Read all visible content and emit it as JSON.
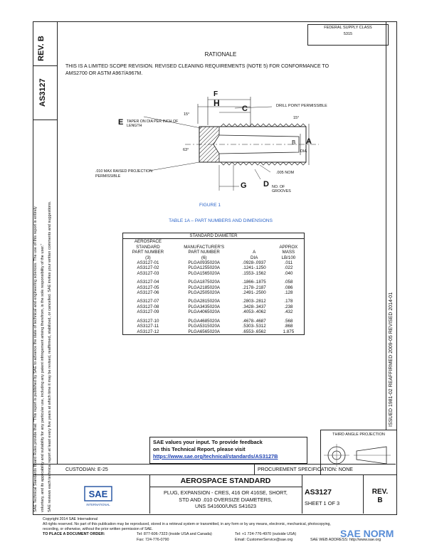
{
  "header": {
    "federal_class_label": "FEDERAL SUPPLY CLASS",
    "federal_class_value": "5315"
  },
  "side": {
    "rev_label": "REV.",
    "rev_value": "B",
    "doc_number": "AS3127",
    "right_strip": "ISSUED 1981-02   REAFFIRMED 2009-05   REVISED 2014-01",
    "left_strip_1": "SAE Technical Standards Board Rules provide that: \"This report is published by SAE to advance the state of technical and engineering sciences. The use of this report is entirely",
    "left_strip_2": "voluntary, and its applicability and suitability for any particular use, including any patent infringement arising therefrom, is the sole responsibility of the user.\"",
    "left_strip_3": "SAE reviews each technical report at least every five years at which time it may be revised, reaffirmed, stabilized, or cancelled. SAE invites your written comments and suggestions."
  },
  "rationale": {
    "title": "RATIONALE",
    "text_line1": "THIS IS A LIMITED SCOPE REVISION.  REVISED CLEANING REQUIREMENTS (NOTE 5) FOR CONFORMANCE TO",
    "text_line2": "AMS2700 OR ASTM A967/A967M."
  },
  "figure": {
    "label_f": "F",
    "label_h": "H",
    "label_c": "C",
    "label_e": "E",
    "taper_note": "TAPER ON DIA PER INCH OF LENGTH",
    "drill_note": "DRILL POINT PERMISSIBLE",
    "angle_top": "15°",
    "angle_right": "15°",
    "angle_left": "63°",
    "label_b": "B",
    "label_a": "A",
    "dia_label": "DIA",
    "raised_note": ".010 MAX RAISED PROJECTION PERMISSIBLE",
    "nom_note": ".005 NOM",
    "label_g": "G",
    "label_d": "D",
    "grooves_note": "NO. OF GROOVES",
    "caption": "FIGURE 1"
  },
  "table": {
    "title": "TABLE 1A – PART NUMBERS AND DIMENSIONS",
    "group_header": "STANDARD DIAMETER",
    "col1": [
      "AEROSPACE",
      "STANDARD",
      "PART NUMBER",
      "(3)"
    ],
    "col2": [
      "MANUFACTURER'S",
      "PART NUMBER",
      "(6)"
    ],
    "col3": [
      "A",
      "DIA"
    ],
    "col4": [
      "APPROX",
      "MASS",
      "LB/100"
    ],
    "groups": [
      [
        {
          "pn": "AS3127-01",
          "mfr": "PLGA0935020A",
          "dia": ".0928-.0937",
          "mass": ".011"
        },
        {
          "pn": "AS3127-02",
          "mfr": "PLGA1255020A",
          "dia": ".1241-.1250",
          "mass": ".022"
        },
        {
          "pn": "AS3127-03",
          "mfr": "PLGA1565020A",
          "dia": ".1553-.1562",
          "mass": ".040"
        }
      ],
      [
        {
          "pn": "AS3127-04",
          "mfr": "PLGA1875020A",
          "dia": ".1866-.1875",
          "mass": ".058"
        },
        {
          "pn": "AS3127-05",
          "mfr": "PLGA2185020A",
          "dia": ".2178-.2187",
          "mass": ".086"
        },
        {
          "pn": "AS3127-06",
          "mfr": "PLGA2505020A",
          "dia": ".2491-.2500",
          "mass": ".128"
        }
      ],
      [
        {
          "pn": "AS3127-07",
          "mfr": "PLGA2815020A",
          "dia": ".2803-.2812",
          "mass": ".178"
        },
        {
          "pn": "AS3127-08",
          "mfr": "PLGA3435020A",
          "dia": ".3428-.3437",
          "mass": ".238"
        },
        {
          "pn": "AS3127-09",
          "mfr": "PLGA4065020A",
          "dia": ".4053-.4062",
          "mass": ".432"
        }
      ],
      [
        {
          "pn": "AS3127-10",
          "mfr": "PLGA4685020A",
          "dia": ".4678-.4687",
          "mass": ".568"
        },
        {
          "pn": "AS3127-11",
          "mfr": "PLGA5315020A",
          "dia": ".5303-.5312",
          "mass": ".868"
        },
        {
          "pn": "AS3127-12",
          "mfr": "PLGA6565020A",
          "dia": ".6553-.6562",
          "mass": "1.875"
        }
      ]
    ]
  },
  "feedback": {
    "line1": "SAE values your input. To provide feedback",
    "line2": "on this Technical Report, please visit",
    "link": "https://www.sae.org/technical/standards/AS3127B"
  },
  "projection": {
    "label": "THIRD ANGLE PROJECTION"
  },
  "title_block": {
    "custodian": "CUSTODIAN: E-25",
    "procurement": "PROCUREMENT SPECIFICATION: NONE",
    "logo_text": "SAE",
    "logo_sub": "INTERNATIONAL",
    "standard_title": "AEROSPACE STANDARD",
    "desc1": "PLUG, EXPANSION - CRES, 416 OR 416SE, SHORT,",
    "desc2": "STD AND .010 OVERSIZE DIAMETERS,",
    "desc3": "UNS S41600/UNS S41623",
    "doc": "AS3127",
    "sheet": "SHEET 1 OF 3",
    "rev_label": "REV.",
    "rev": "B"
  },
  "footer": {
    "copyright": "Copyright 2014 SAE International",
    "rights": "All rights reserved. No part of this publication may be reproduced, stored in a retrieval system or transmitted, in any form or by any means, electronic, mechanical, photocopying,",
    "rights2": "recording, or otherwise, without the prior written permission of SAE.",
    "order": "TO PLACE A DOCUMENT ORDER:",
    "tel": "Tel:   877-606-7323 (inside USA and Canada)",
    "tel2": "Tel:   +1 724-776-4970 (outside USA)",
    "fax": "Fax:   724-776-0790",
    "email": "Email: CustomerService@sae.org",
    "web": "SAE WEB ADDRESS:  http://www.sae.org",
    "watermark": "SAE NORM"
  }
}
